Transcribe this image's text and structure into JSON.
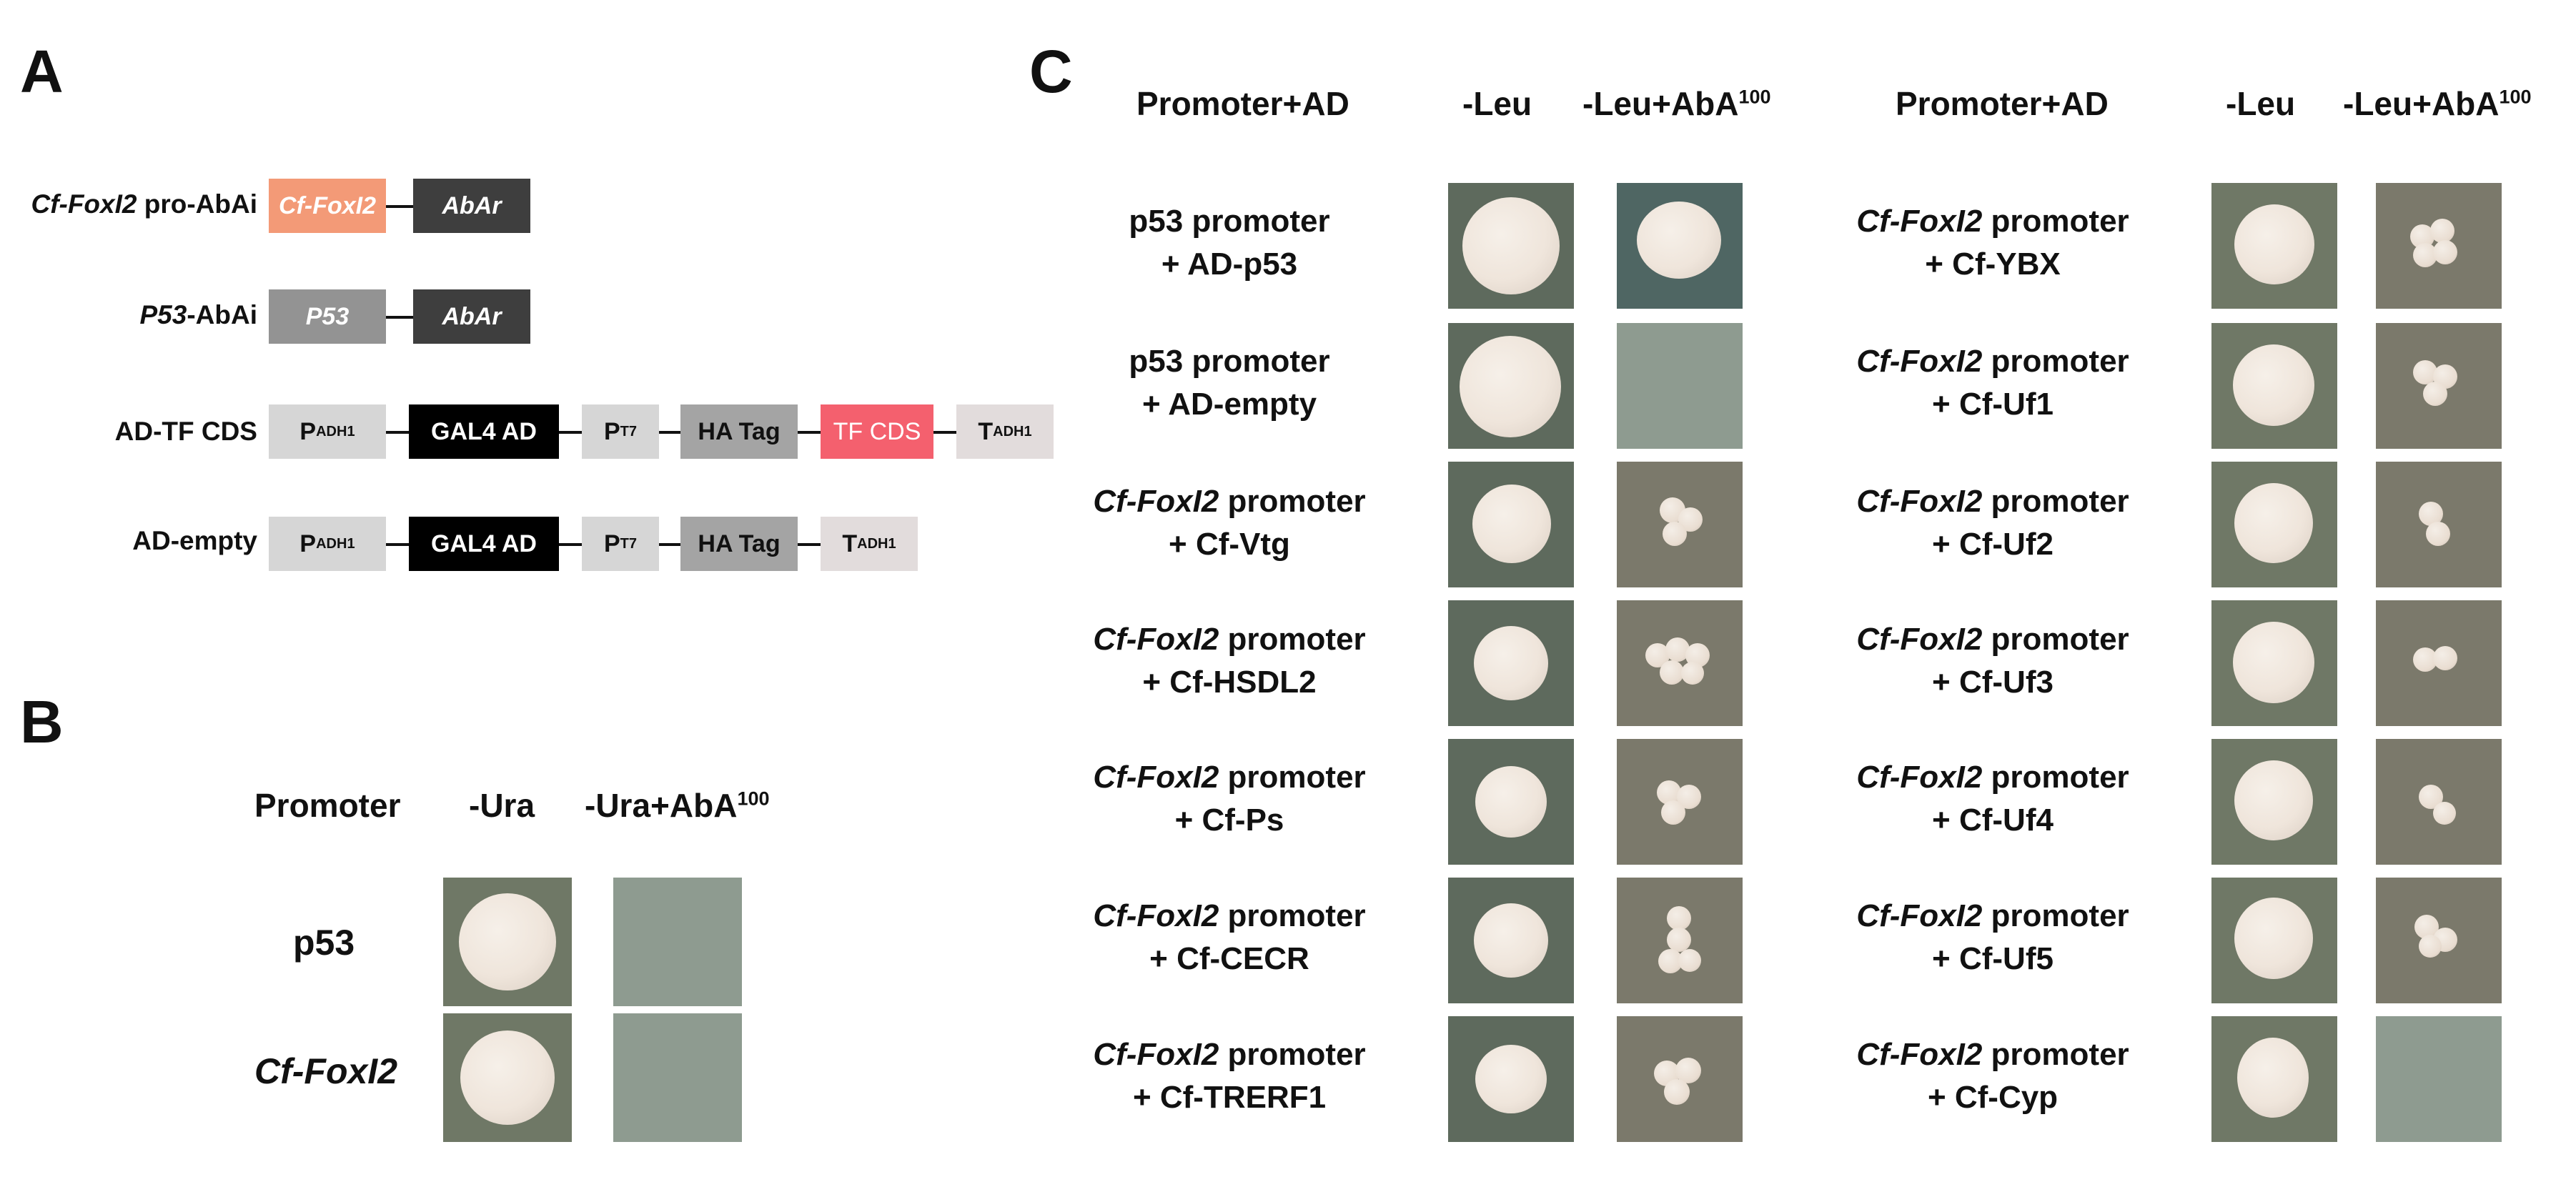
{
  "panels": {
    "A": "A",
    "B": "B",
    "C": "C"
  },
  "panel_a": {
    "constructs": [
      {
        "label_italic": "Cf-FoxI2",
        "label_rest": " pro-AbAi",
        "elements": [
          "Cf-FoxI2",
          "AbAr"
        ]
      },
      {
        "label_italic": "P53",
        "label_rest": "-AbAi",
        "elements": [
          "P53",
          "AbAr"
        ]
      },
      {
        "label_italic": "",
        "label_rest": "AD-TF CDS",
        "elements": [
          "P",
          "ADH1",
          "GAL4  AD",
          "P",
          "T7",
          "HA Tag",
          "TF CDS",
          "T",
          "ADH1"
        ]
      },
      {
        "label_italic": "",
        "label_rest": "AD-empty",
        "elements": [
          "P",
          "ADH1",
          "GAL4  AD",
          "P",
          "T7",
          "HA Tag",
          "T",
          "ADH1"
        ]
      }
    ]
  },
  "panel_b": {
    "headers": {
      "col1": "Promoter",
      "col2": "-Ura",
      "col3": "-Ura+AbA",
      "col3_sup": "100"
    },
    "rows": [
      {
        "label": "p53",
        "italic": false
      },
      {
        "label": "Cf-FoxI2",
        "italic": true
      }
    ]
  },
  "panel_c": {
    "headers": {
      "col1": "Promoter+AD",
      "col2": "-Leu",
      "col3": "-Leu+AbA",
      "col3_sup": "100"
    },
    "left": [
      {
        "line1_italic": "",
        "line1_rest": "p53 promoter",
        "line2": "+ AD-p53"
      },
      {
        "line1_italic": "",
        "line1_rest": "p53 promoter",
        "line2": "+ AD-empty"
      },
      {
        "line1_italic": "Cf-FoxI2",
        "line1_rest": " promoter",
        "line2": "+ Cf-Vtg"
      },
      {
        "line1_italic": "Cf-FoxI2",
        "line1_rest": " promoter",
        "line2": "+ Cf-HSDL2"
      },
      {
        "line1_italic": "Cf-FoxI2",
        "line1_rest": " promoter",
        "line2": "+ Cf-Ps"
      },
      {
        "line1_italic": "Cf-FoxI2",
        "line1_rest": " promoter",
        "line2": "+ Cf-CECR"
      },
      {
        "line1_italic": "Cf-FoxI2",
        "line1_rest": " promoter",
        "line2": "+ Cf-TRERF1"
      }
    ],
    "right": [
      {
        "line1_italic": "Cf-FoxI2",
        "line1_rest": " promoter",
        "line2": "+ Cf-YBX"
      },
      {
        "line1_italic": "Cf-FoxI2",
        "line1_rest": " promoter",
        "line2": "+ Cf-Uf1"
      },
      {
        "line1_italic": "Cf-FoxI2",
        "line1_rest": " promoter",
        "line2": "+ Cf-Uf2"
      },
      {
        "line1_italic": "Cf-FoxI2",
        "line1_rest": " promoter",
        "line2": "+ Cf-Uf3"
      },
      {
        "line1_italic": "Cf-FoxI2",
        "line1_rest": " promoter",
        "line2": "+ Cf-Uf4"
      },
      {
        "line1_italic": "Cf-FoxI2",
        "line1_rest": " promoter",
        "line2": "+ Cf-Uf5"
      },
      {
        "line1_italic": "Cf-FoxI2",
        "line1_rest": " promoter",
        "line2": "+ Cf-Cyp"
      }
    ]
  },
  "colors": {
    "salmon": "#f39a77",
    "tf_cds": "#f4606e",
    "gal4": "#000000",
    "abar": "#3e3e3e"
  }
}
